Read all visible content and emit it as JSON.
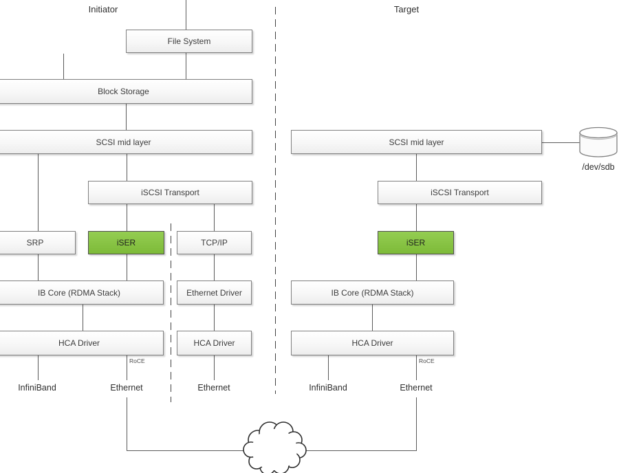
{
  "titles": {
    "initiator": "Initiator",
    "target": "Target"
  },
  "boxes": {
    "file_system": "File System",
    "block_storage": "Block Storage",
    "scsi_mid_initiator": "SCSI mid layer",
    "iscsi_transport_initiator": "iSCSI Transport",
    "srp": "SRP",
    "iser_initiator": "iSER",
    "tcpip": "TCP/IP",
    "ib_core_initiator": "IB Core (RDMA Stack)",
    "ethernet_driver": "Ethernet Driver",
    "hca_driver_initiator_rdma": "HCA Driver",
    "hca_driver_initiator_tcp": "HCA Driver",
    "scsi_mid_target": "SCSI mid layer",
    "iscsi_transport_target": "iSCSI Transport",
    "iser_target": "iSER",
    "ib_core_target": "IB Core (RDMA Stack)",
    "hca_driver_target": "HCA Driver"
  },
  "port_labels": {
    "infiniband_initiator": "InfiniBand",
    "ethernet_initiator": "Ethernet",
    "roce_initiator": "RoCE",
    "ethernet_tcp": "Ethernet",
    "infiniband_target": "InfiniBand",
    "ethernet_target": "Ethernet",
    "roce_target": "RoCE"
  },
  "disk": {
    "label": "/dev/sdb"
  },
  "colors": {
    "iser_green": "#84c441",
    "box_border": "#7f7f7f",
    "connector_line": "#595959",
    "dashed_line": "#3f3f3f"
  }
}
